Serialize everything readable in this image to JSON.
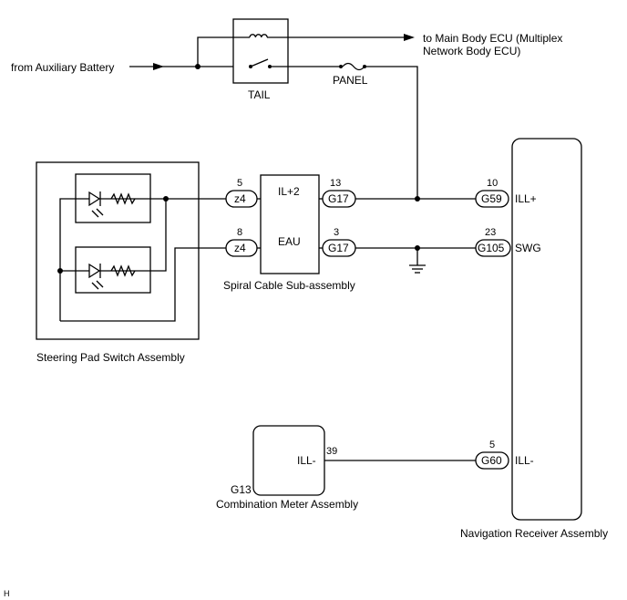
{
  "source": {
    "from_aux_battery": "from Auxiliary Battery",
    "to_main_body_line1": "to Main Body ECU (Multiplex",
    "to_main_body_line2": "Network Body ECU)"
  },
  "relay": {
    "label": "TAIL"
  },
  "fuse": {
    "label": "PANEL"
  },
  "steering_pad": {
    "label": "Steering Pad Switch Assembly"
  },
  "spiral_cable": {
    "label": "Spiral Cable Sub-assembly",
    "circuits": [
      "IL+2",
      "EAU"
    ],
    "left_connectors": [
      {
        "pin": "5",
        "name": "z4"
      },
      {
        "pin": "8",
        "name": "z4"
      }
    ],
    "right_connectors": [
      {
        "pin": "13",
        "name": "G17"
      },
      {
        "pin": "3",
        "name": "G17"
      }
    ]
  },
  "navigation": {
    "label": "Navigation Receiver Assembly",
    "terminals": [
      {
        "pin": "10",
        "connector": "G59",
        "signal": "ILL+"
      },
      {
        "pin": "23",
        "connector": "G105",
        "signal": "SWG"
      },
      {
        "pin": "5",
        "connector": "G60",
        "signal": "ILL-"
      }
    ]
  },
  "combination_meter": {
    "code": "G13",
    "label": "Combination Meter Assembly",
    "terminal": "ILL-",
    "pin": "39"
  },
  "footer": {
    "mark": "H"
  }
}
